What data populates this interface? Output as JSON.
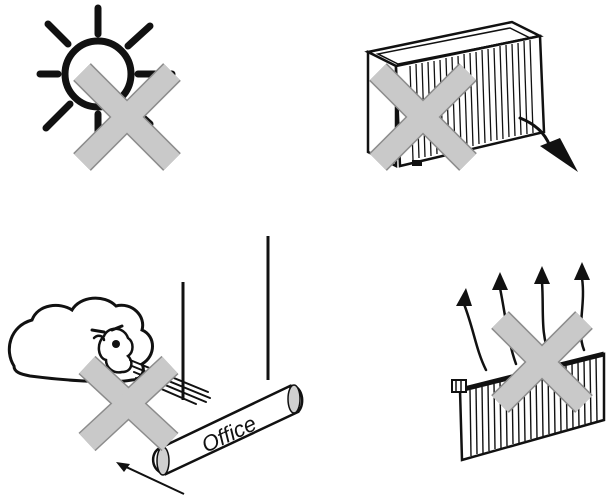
{
  "sign": {
    "label": "Office"
  },
  "colors": {
    "ink": "#111111",
    "cross_fill": "#c9c9c9",
    "cross_edge": "#8c8c8c",
    "background": "#ffffff"
  },
  "panels": [
    {
      "id": "sun",
      "icon": "sun-icon",
      "crossed": true
    },
    {
      "id": "outdoor-unit",
      "icon": "air-conditioner-outdoor-unit-icon",
      "crossed": true
    },
    {
      "id": "smoke-near-sign",
      "icon": "smoke-cloud-icon",
      "crossed": true
    },
    {
      "id": "radiator",
      "icon": "radiator-heat-icon",
      "crossed": true
    }
  ]
}
